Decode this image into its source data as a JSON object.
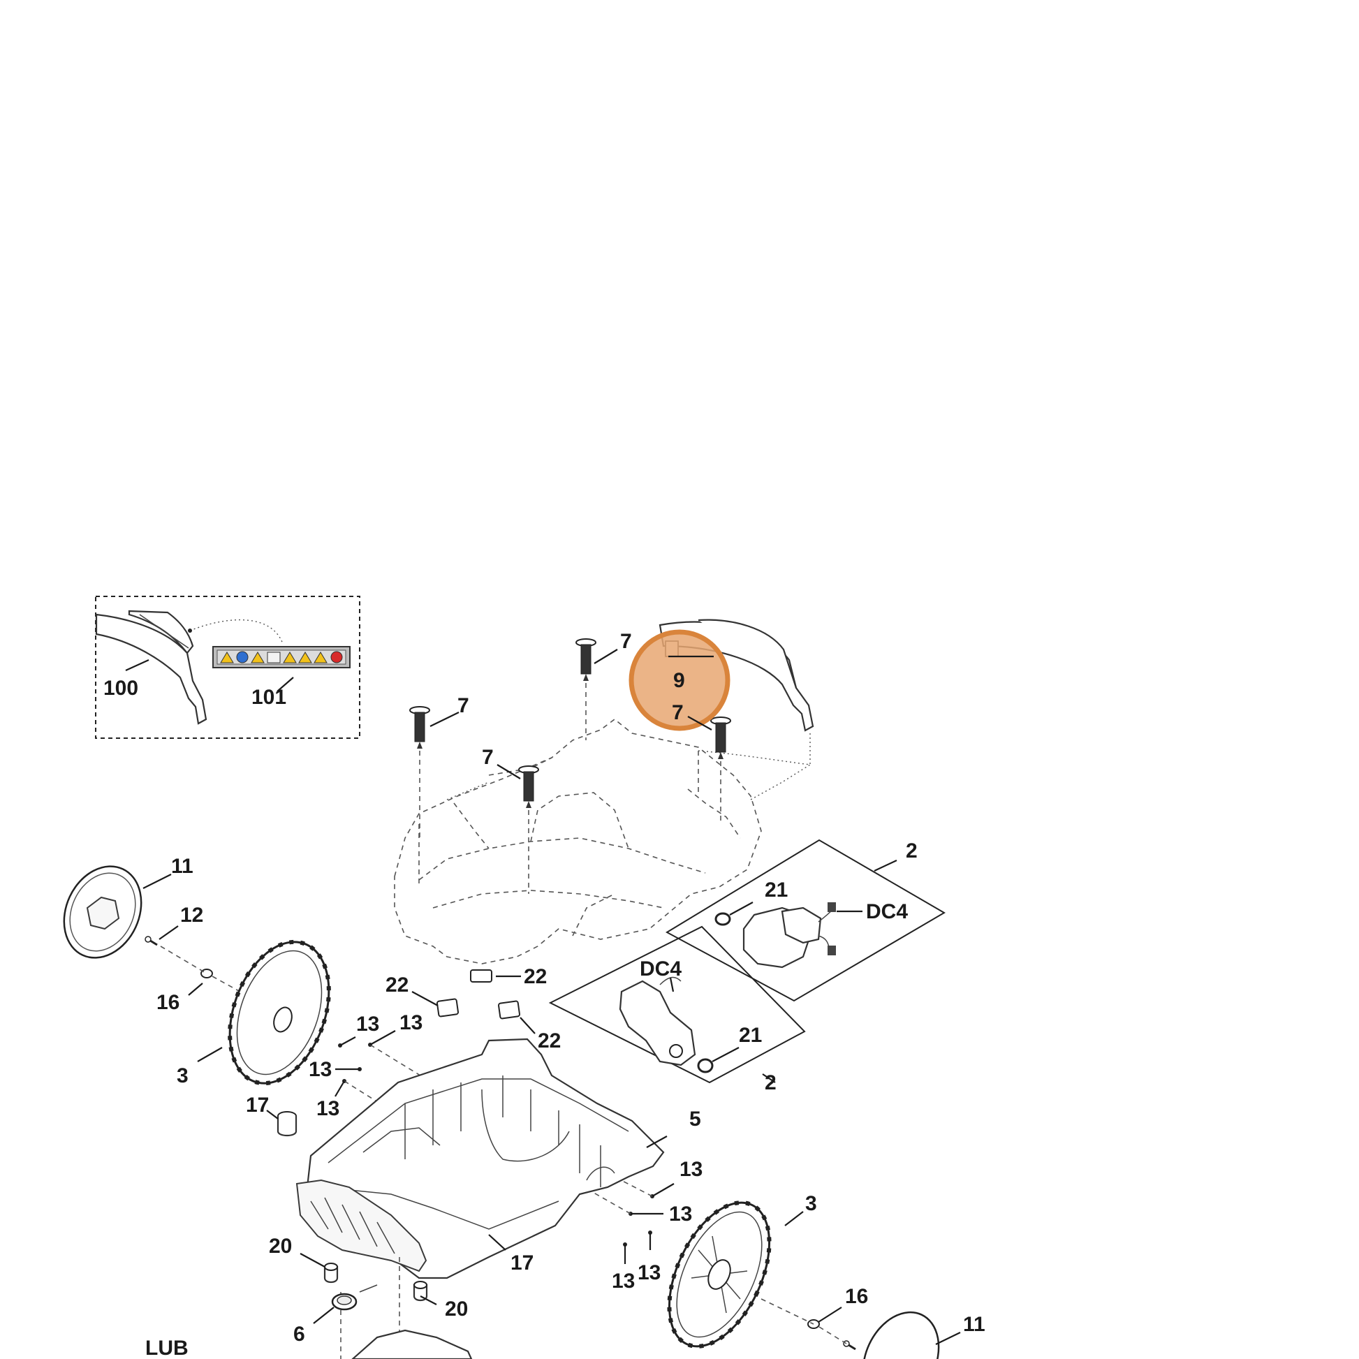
{
  "labels": {
    "l_100": "100",
    "l_101": "101",
    "l_7a": "7",
    "l_7b": "7",
    "l_7c": "7",
    "l_7d": "7",
    "l_9": "9",
    "l_2a": "2",
    "l_2b": "2",
    "l_21a": "21",
    "l_21b": "21",
    "l_dc4a": "DC4",
    "l_dc4b": "DC4",
    "l_11a": "11",
    "l_11b": "11",
    "l_12": "12",
    "l_16a": "16",
    "l_16b": "16",
    "l_3a": "3",
    "l_3b": "3",
    "l_22a": "22",
    "l_22b": "22",
    "l_22c": "22",
    "l_13a": "13",
    "l_13b": "13",
    "l_13c": "13",
    "l_13d": "13",
    "l_13e": "13",
    "l_13f": "13",
    "l_13g": "13",
    "l_13h": "13",
    "l_17a": "17",
    "l_17b": "17",
    "l_5": "5",
    "l_20a": "20",
    "l_20b": "20",
    "l_6": "6",
    "l_lub": "LUB"
  },
  "colors": {
    "highlight": "#d9843b",
    "highlight_fill": "#e7a772",
    "line": "#1a1a1a"
  },
  "warning_icons": [
    "warning-icon",
    "manual-icon",
    "warning-icon",
    "hands-icon",
    "warning-icon",
    "warning-icon",
    "warning-icon",
    "no-entry-icon"
  ]
}
